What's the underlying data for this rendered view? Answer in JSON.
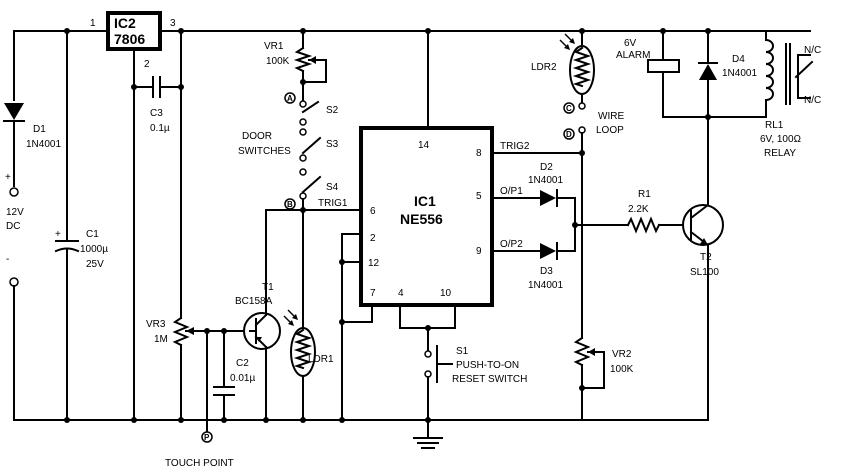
{
  "labels": {
    "pin1": "1",
    "pin2": "2",
    "pin3": "3",
    "ic2_name": "IC2",
    "ic2_part": "7806",
    "c3_name": "C3",
    "c3_val": "0.1µ",
    "d1_name": "D1",
    "d1_part": "1N4001",
    "plus": "+",
    "minus": "-",
    "supply_v": "12V",
    "supply_t": "DC",
    "c1_name": "C1",
    "c1_val": "1000µ",
    "c1_volt": "25V",
    "vr1_name": "VR1",
    "vr1_val": "100K",
    "s2": "S2",
    "s3": "S3",
    "s4": "S4",
    "door": "DOOR",
    "switches": "SWITCHES",
    "trig1": "TRIG1",
    "trig2": "TRIG2",
    "ic1_name": "IC1",
    "ic1_part": "NE556",
    "ic1_p14": "14",
    "ic1_p8": "8",
    "ic1_p6": "6",
    "ic1_p2": "2",
    "ic1_p12": "12",
    "ic1_p7": "7",
    "ic1_p4": "4",
    "ic1_p10": "10",
    "ic1_p5": "5",
    "ic1_p9": "9",
    "op1": "O/P1",
    "op2": "O/P2",
    "d2_name": "D2",
    "d2_part": "1N4001",
    "d3_name": "D3",
    "d3_part": "1N4001",
    "ldr2": "LDR2",
    "wire": "WIRE",
    "loop": "LOOP",
    "alarm_v": "6V",
    "alarm": "ALARM",
    "d4_name": "D4",
    "d4_part": "1N4001",
    "nc1": "N/C",
    "nc2": "N/C",
    "rl1_name": "RL1",
    "rl1_val": "6V, 100Ω",
    "relay": "RELAY",
    "r1_name": "R1",
    "r1_val": "2.2K",
    "t2_name": "T2",
    "t2_part": "SL100",
    "t1_name": "T1",
    "t1_part": "BC158A",
    "vr3_name": "VR3",
    "vr3_val": "1M",
    "c2_name": "C2",
    "c2_val": "0.01µ",
    "ldr1": "LDR1",
    "s1_name": "S1",
    "s1_desc1": "PUSH-TO-ON",
    "s1_desc2": "RESET SWITCH",
    "vr2_name": "VR2",
    "vr2_val": "100K",
    "touch": "TOUCH POINT",
    "node_a": "A",
    "node_b": "B",
    "node_c": "C",
    "node_d": "D",
    "node_p": "P"
  }
}
